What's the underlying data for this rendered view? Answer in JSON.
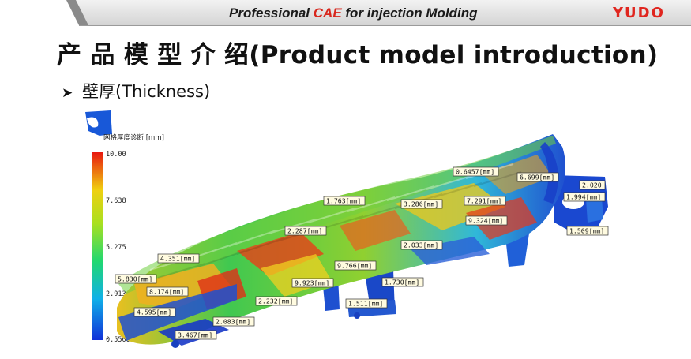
{
  "header": {
    "title_prefix": "Professional ",
    "title_accent": "CAE",
    "title_suffix": " for injection Molding",
    "logo": "YUDO",
    "accent_color": "#d8261c"
  },
  "slide": {
    "title": "产 品 模 型 介 绍(Product model introduction)",
    "bullet_icon": "arrow-bullet-icon",
    "bullet_text": "壁厚(Thickness)"
  },
  "legend": {
    "title": "网格厚度诊断 [mm]",
    "ticks": [
      "10.00",
      "7.638",
      "5.275",
      "2.913",
      "0.5500"
    ]
  },
  "measurements": [
    "0.6457[mm]",
    "6.699[mm]",
    "2.020",
    "1.994[mm]",
    "1.509[mm]",
    "1.763[mm]",
    "3.286[mm]",
    "7.291[mm]",
    "9.324[mm]",
    "2.287[mm]",
    "2.033[mm]",
    "4.351[mm]",
    "9.766[mm]",
    "5.830[mm]",
    "9.923[mm]",
    "1.730[mm]",
    "8.174[mm]",
    "2.232[mm]",
    "1.511[mm]",
    "4.595[mm]",
    "2.083[mm]",
    "3.467[mm]"
  ]
}
